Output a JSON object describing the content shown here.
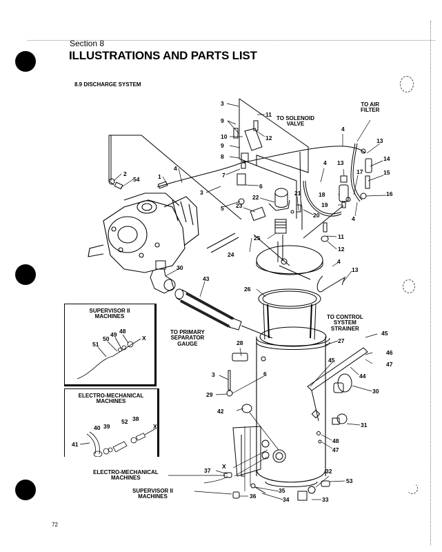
{
  "header": {
    "section": "Section 8",
    "title": "ILLUSTRATIONS AND PARTS LIST",
    "subtitle": "8.9 DISCHARGE SYSTEM"
  },
  "page_number": "72",
  "notes": {
    "to_solenoid_valve": "TO SOLENOID\nVALVE",
    "to_air_filter": "TO AIR\nFILTER",
    "to_control_system_strainer": "TO CONTROL\nSYSTEM\nSTRAINER",
    "to_primary_separator_gauge": "TO PRIMARY\nSEPARATOR\nGAUGE",
    "electro_mechanical_machines": "ELECTRO-MECHANICAL\nMACHINES",
    "supervisor_ii_machines": "SUPERVISOR II\nMACHINES"
  },
  "insets": {
    "supervisor": {
      "heading": "SUPERVISOR II\nMACHINES",
      "callouts": [
        "51",
        "50",
        "49",
        "48"
      ],
      "end_mark": "X"
    },
    "electro": {
      "heading": "ELECTRO-MECHANICAL\nMACHINES",
      "callouts": [
        "41",
        "40",
        "39",
        "52",
        "38"
      ],
      "end_mark": "X"
    }
  },
  "callouts": {
    "c3a": "3",
    "c11a": "11",
    "c9a": "9",
    "c12a": "12",
    "c10": "10",
    "c9b": "9",
    "c8a": "8",
    "c7": "7",
    "c6": "6",
    "c2": "2",
    "c54": "54",
    "c1": "1",
    "c4a": "4",
    "c3b": "3",
    "c5": "5",
    "c23": "23",
    "c22": "22",
    "c21": "21",
    "c20": "20",
    "c19": "19",
    "c18": "18",
    "c13a": "13",
    "c4b": "4",
    "c4c": "4",
    "c13b": "13",
    "c14": "14",
    "c17": "17",
    "c15": "15",
    "c16": "16",
    "c4d": "4",
    "c11b": "11",
    "c12b": "12",
    "c25": "25",
    "c24": "24",
    "c30a": "30",
    "c43": "43",
    "c4e": "4",
    "c13c": "13",
    "c26": "26",
    "c27": "27",
    "c45a": "45",
    "c46a": "46",
    "c47a": "47",
    "c28": "28",
    "c45b": "45",
    "c44": "44",
    "c3c": "3",
    "c6b": "6",
    "c29": "29",
    "c30b": "30",
    "c42": "42",
    "c31": "31",
    "c48": "48",
    "c47b": "47",
    "c37": "37",
    "c32": "32",
    "c53": "53",
    "c35": "35",
    "c36": "36",
    "c34": "34",
    "c33": "33",
    "x_main": "X"
  }
}
